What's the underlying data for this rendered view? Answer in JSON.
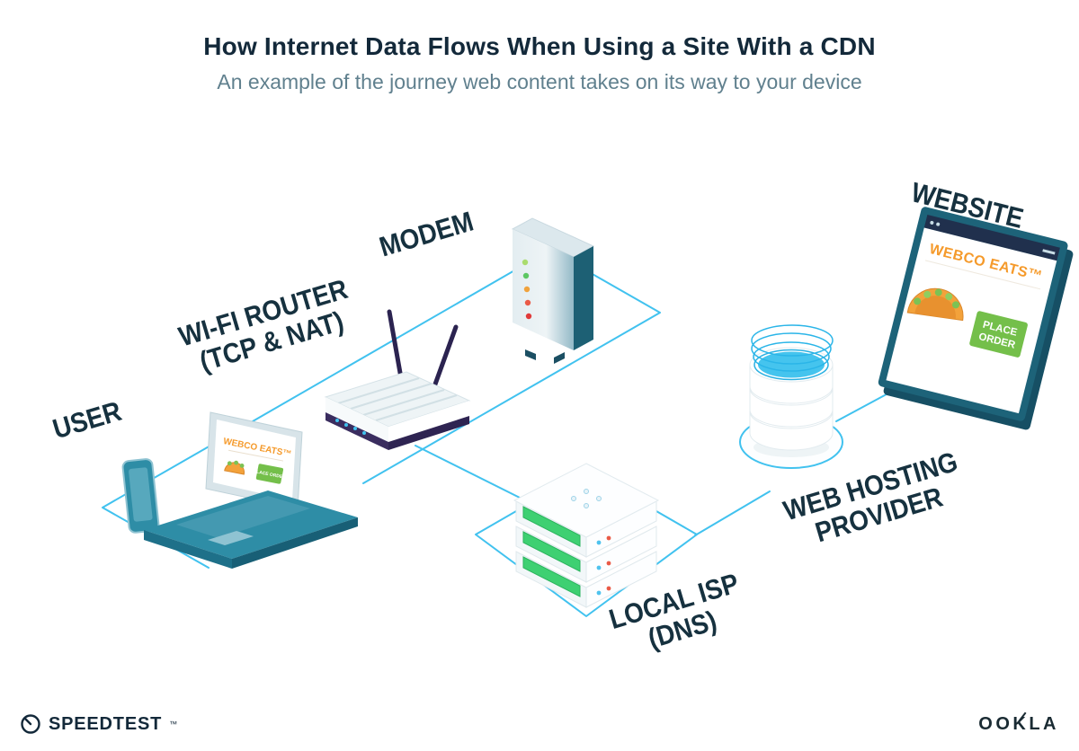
{
  "header": {
    "title": "How Internet Data Flows When Using a Site With a CDN",
    "subtitle": "An example of the journey web content takes on its way to your device"
  },
  "diagram": {
    "labels": {
      "user": "USER",
      "router_line1": "WI-FI ROUTER",
      "router_line2": "(TCP & NAT)",
      "modem": "MODEM",
      "isp_line1": "LOCAL ISP",
      "isp_line2": "(DNS)",
      "hosting_line1": "WEB HOSTING",
      "hosting_line2": "PROVIDER",
      "website": "WEBSITE"
    },
    "website_screen": {
      "brand": "WEBCO EATS™",
      "cta_line1": "PLACE",
      "cta_line2": "ORDER"
    },
    "laptop_screen": {
      "brand": "WEBCO EATS™",
      "cta": "PLACE ORDER"
    }
  },
  "footer": {
    "speedtest": "SPEEDTEST",
    "speedtest_mark": "™",
    "ookla": "OOKLA"
  },
  "colors": {
    "accent_cyan": "#41c2ef",
    "deep_teal": "#1d6379",
    "laptop_teal": "#2e8da6",
    "navy": "#13293a",
    "subtitle_gray": "#60808e",
    "brand_orange": "#f59a2b",
    "cta_green": "#74bf4a",
    "router_purple": "#3a2d5f",
    "server_green": "#3ed072"
  }
}
